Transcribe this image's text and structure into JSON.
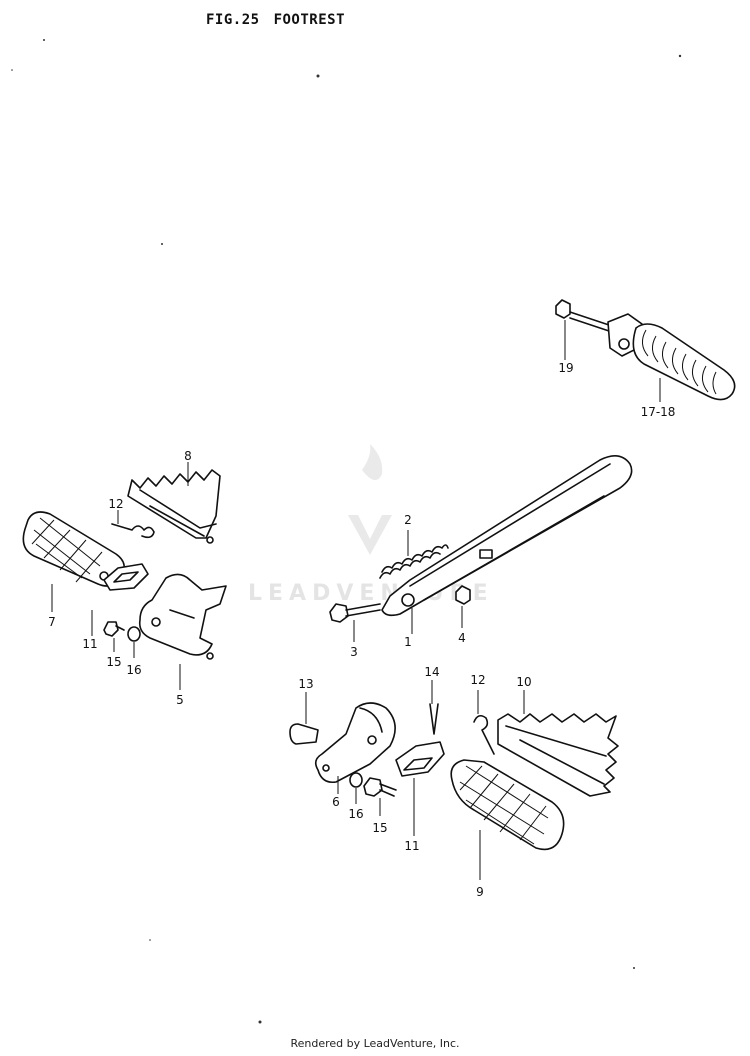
{
  "header": {
    "fig_number": "FIG.25",
    "title": "FOOTREST"
  },
  "watermark": {
    "text": "LEADVENTURE"
  },
  "callouts": [
    {
      "id": "c-1",
      "text": "1"
    },
    {
      "id": "c-2",
      "text": "2"
    },
    {
      "id": "c-3",
      "text": "3"
    },
    {
      "id": "c-4",
      "text": "4"
    },
    {
      "id": "c-5",
      "text": "5"
    },
    {
      "id": "c-6",
      "text": "6"
    },
    {
      "id": "c-7",
      "text": "7"
    },
    {
      "id": "c-8",
      "text": "8"
    },
    {
      "id": "c-9",
      "text": "9"
    },
    {
      "id": "c-10",
      "text": "10"
    },
    {
      "id": "c-11a",
      "text": "11"
    },
    {
      "id": "c-11b",
      "text": "11"
    },
    {
      "id": "c-12a",
      "text": "12"
    },
    {
      "id": "c-12b",
      "text": "12"
    },
    {
      "id": "c-13",
      "text": "13"
    },
    {
      "id": "c-14",
      "text": "14"
    },
    {
      "id": "c-15a",
      "text": "15"
    },
    {
      "id": "c-15b",
      "text": "15"
    },
    {
      "id": "c-16a",
      "text": "16"
    },
    {
      "id": "c-16b",
      "text": "16"
    },
    {
      "id": "c-1718",
      "text": "17-18"
    },
    {
      "id": "c-19",
      "text": "19"
    }
  ],
  "footer": {
    "credit": "Rendered by LeadVenture, Inc."
  }
}
